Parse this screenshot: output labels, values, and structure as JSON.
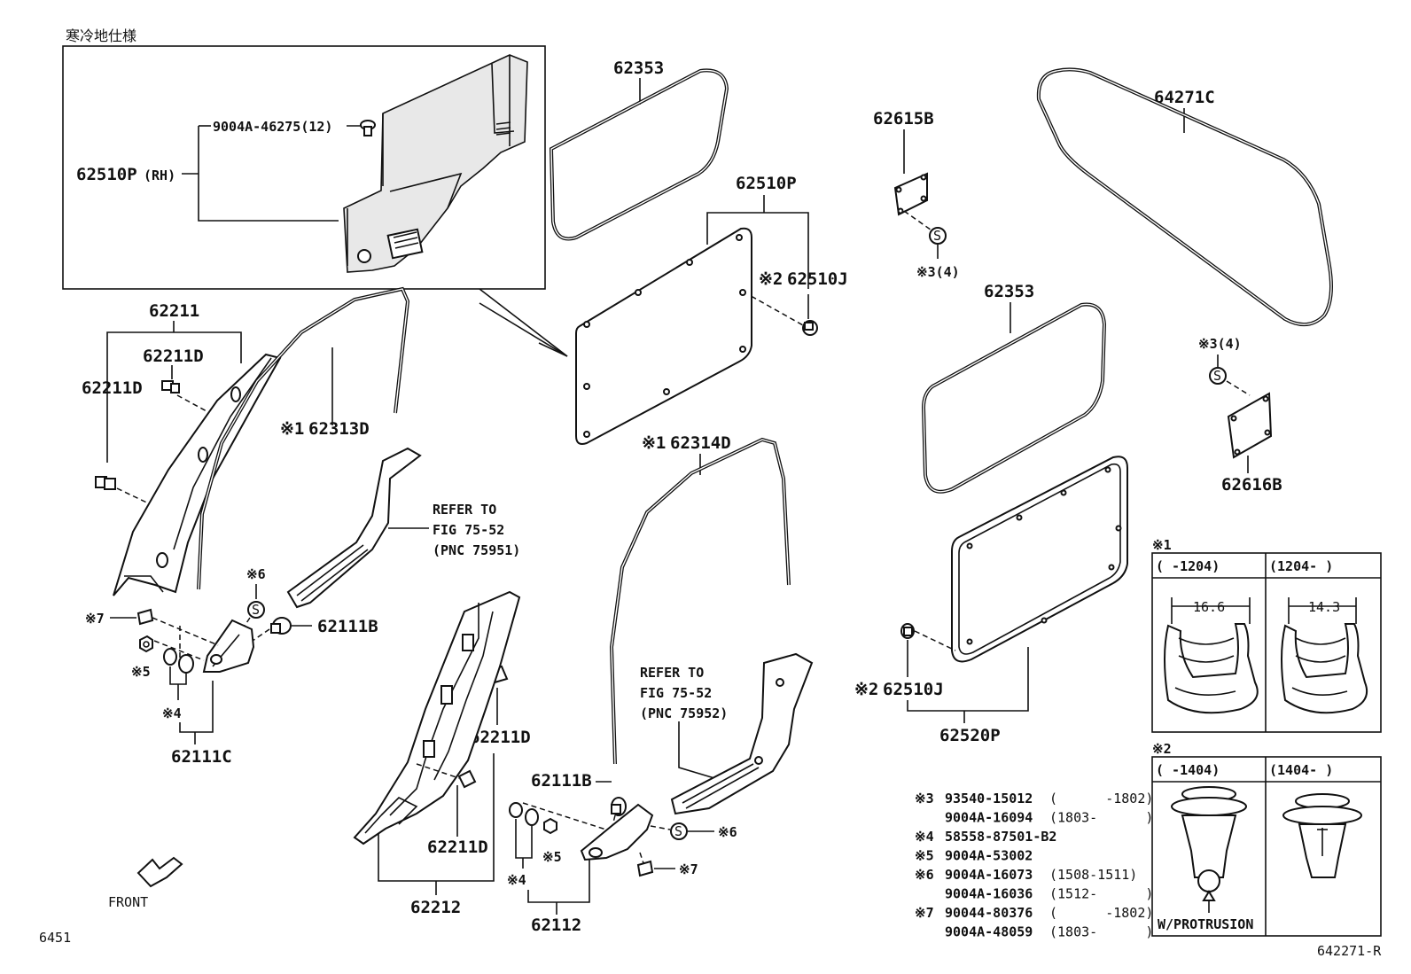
{
  "inset": {
    "title": "寒冷地仕様",
    "clip_label": "9004A-46275(12)",
    "panel_label": "62510P",
    "panel_side": "(RH)"
  },
  "labels": {
    "p62211": "62211",
    "p62211D_a": "62211D",
    "p62211D_b": "62211D",
    "p62313D_mark": "※1",
    "p62313D": "62313D",
    "refer1_line1": "REFER TO",
    "refer1_line2": "FIG 75-52",
    "refer1_line3": "(PNC 75951)",
    "mark6_a": "※6",
    "mark7_a": "※7",
    "mark5_a": "※5",
    "mark4_a": "※4",
    "p62111B_a": "62111B",
    "p62111C": "62111C",
    "p62211D_c": "62211D",
    "p62211D_d": "62211D",
    "p62212": "62212",
    "front": "FRONT",
    "page_code": "6451",
    "p62353_a": "62353",
    "p62510P": "62510P",
    "p62510J_mark_a": "※2",
    "p62510J_a": "62510J",
    "p62314D_mark": "※1",
    "p62314D": "62314D",
    "refer2_line1": "REFER TO",
    "refer2_line2": "FIG 75-52",
    "refer2_line3": "(PNC 75952)",
    "p62111B_b": "62111B",
    "mark6_b": "※6",
    "mark5_b": "※5",
    "mark7_b": "※7",
    "mark4_b": "※4",
    "p62112": "62112",
    "p62615B": "62615B",
    "mark3_a": "※3(4)",
    "p64271C": "64271C",
    "p62353_b": "62353",
    "mark3_b": "※3(4)",
    "p62616B": "62616B",
    "p62510J_mark_b": "※2",
    "p62510J_b": "62510J",
    "p62520P": "62520P",
    "s_symbol": "S",
    "figure_code": "642271-R"
  },
  "note1": {
    "title": "※1",
    "col1": "(    -1204)",
    "col2": "(1204-    )",
    "dim1": "16.6",
    "dim2": "14.3"
  },
  "note2": {
    "title": "※2",
    "col1": "(    -1404)",
    "col2": "(1404-    )",
    "caption": "W/PROTRUSION"
  },
  "legend": [
    {
      "mark": "※3",
      "part": "93540-15012",
      "range": "(      -1802)"
    },
    {
      "mark": "",
      "part": "9004A-16094",
      "range": "(1803-      )"
    },
    {
      "mark": "※4",
      "part": "58558-87501-B2",
      "range": ""
    },
    {
      "mark": "※5",
      "part": "9004A-53002",
      "range": ""
    },
    {
      "mark": "※6",
      "part": "9004A-16073",
      "range": "(1508-1511)"
    },
    {
      "mark": "",
      "part": "9004A-16036",
      "range": "(1512-      )"
    },
    {
      "mark": "※7",
      "part": "90044-80376",
      "range": "(      -1802)"
    },
    {
      "mark": "",
      "part": "9004A-48059",
      "range": "(1803-      )"
    }
  ]
}
